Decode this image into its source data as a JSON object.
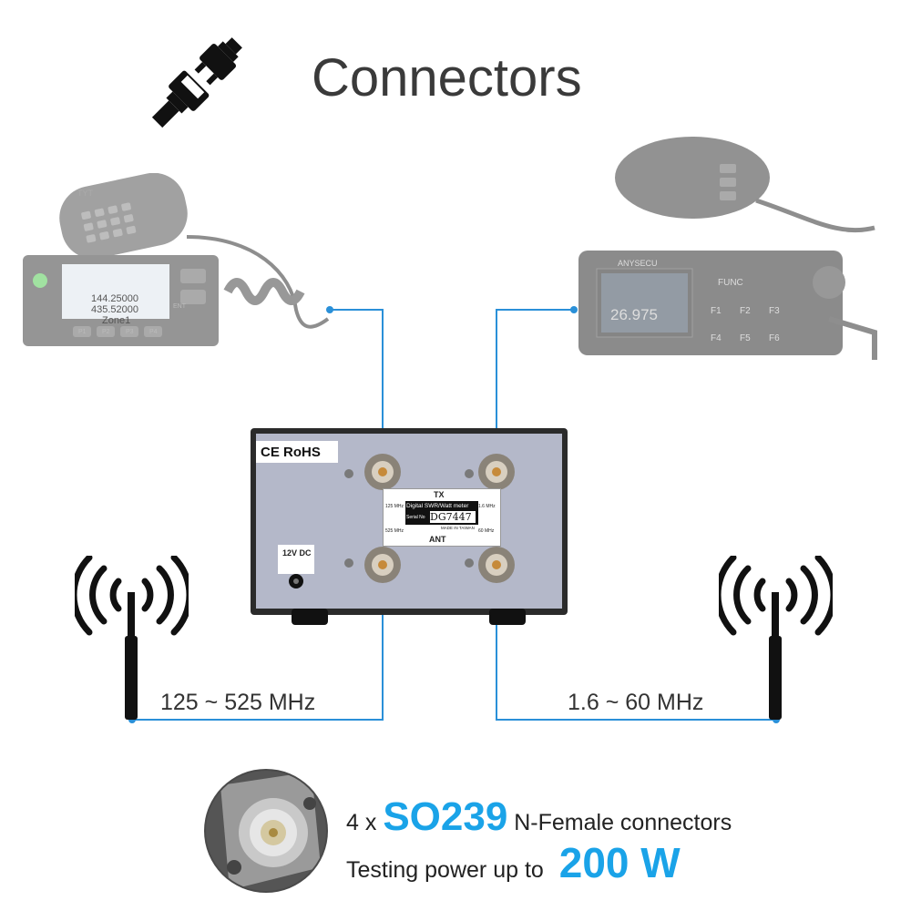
{
  "title": "Connectors",
  "icons": {
    "header": "plug-connector-icon",
    "antenna": "antenna-signal-icon"
  },
  "colors": {
    "accent": "#1aa3e8",
    "meter_body": "#b4b8c9"
  },
  "left_radio": {
    "brand": "TYT",
    "display_lines": [
      "144.25000",
      "435.52000",
      "Zone1"
    ],
    "buttons": [
      "P1",
      "P2",
      "P3",
      "P4",
      "ENT"
    ]
  },
  "right_radio": {
    "brand": "ANYSECU",
    "display_value": "26.975",
    "buttons": [
      "FUNC",
      "F1",
      "F2",
      "F3",
      "F4",
      "F5",
      "F6"
    ]
  },
  "meter": {
    "marks": "CE RoHS",
    "power_label": "12V DC",
    "plate": {
      "top": "TX",
      "bottom": "ANT",
      "product": "Digital SWR/Watt meter",
      "serial_label": "Serial No",
      "serial": "DG7447",
      "made_in": "MADE IN TAIWAN",
      "left_top": "125 MHz",
      "left_bottom": "525 MHz",
      "right_top": "1.6 MHz",
      "right_bottom": "60 MHz"
    }
  },
  "freq_left": "125 ~ 525 MHz",
  "freq_right": "1.6 ~ 60 MHz",
  "connector_info": {
    "count": "4 x",
    "model": "SO239",
    "type": "N-Female connectors",
    "power_text": "Testing power up to",
    "power_value": "200 W"
  }
}
